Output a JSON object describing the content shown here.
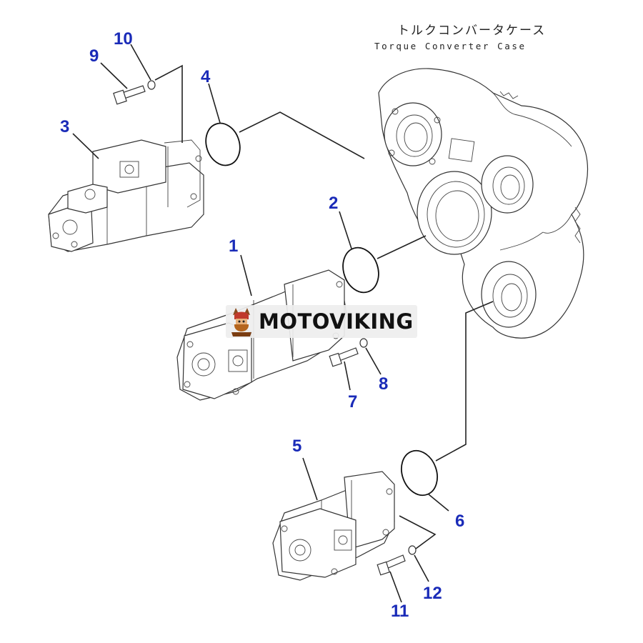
{
  "title": {
    "japanese": "トルクコンバータケース",
    "english": "Torque Converter Case"
  },
  "callouts": [
    "1",
    "2",
    "3",
    "4",
    "5",
    "6",
    "7",
    "8",
    "9",
    "10",
    "11",
    "12"
  ],
  "watermark": {
    "text": "MOTOVIKING",
    "icon": "viking-logo-icon"
  },
  "colors": {
    "callout": "#1a2bb8",
    "lineart": "#222222"
  }
}
